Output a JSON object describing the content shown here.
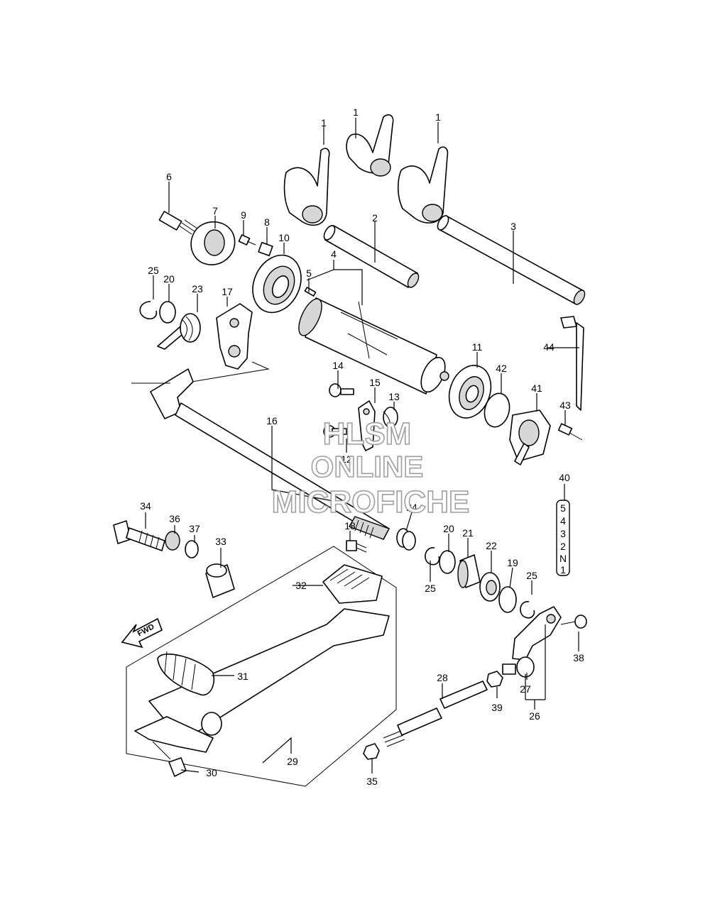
{
  "watermark": {
    "line1": "HLSM",
    "line2": "ONLINE",
    "line3": "MICROFICHE"
  },
  "direction_arrow": "FWD",
  "gear_indicator": [
    "5",
    "4",
    "3",
    "2",
    "N",
    "1"
  ],
  "part_labels": [
    "1",
    "1",
    "1",
    "2",
    "3",
    "4",
    "5",
    "6",
    "7",
    "8",
    "9",
    "10",
    "11",
    "12",
    "13",
    "14",
    "15",
    "16",
    "17",
    "18",
    "19",
    "20",
    "20",
    "21",
    "22",
    "23",
    "24",
    "25",
    "25",
    "25",
    "26",
    "27",
    "28",
    "29",
    "30",
    "31",
    "32",
    "33",
    "34",
    "35",
    "36",
    "37",
    "38",
    "39",
    "40",
    "41",
    "42",
    "43",
    "44"
  ],
  "icons": [
    "fwd-arrow-icon"
  ]
}
